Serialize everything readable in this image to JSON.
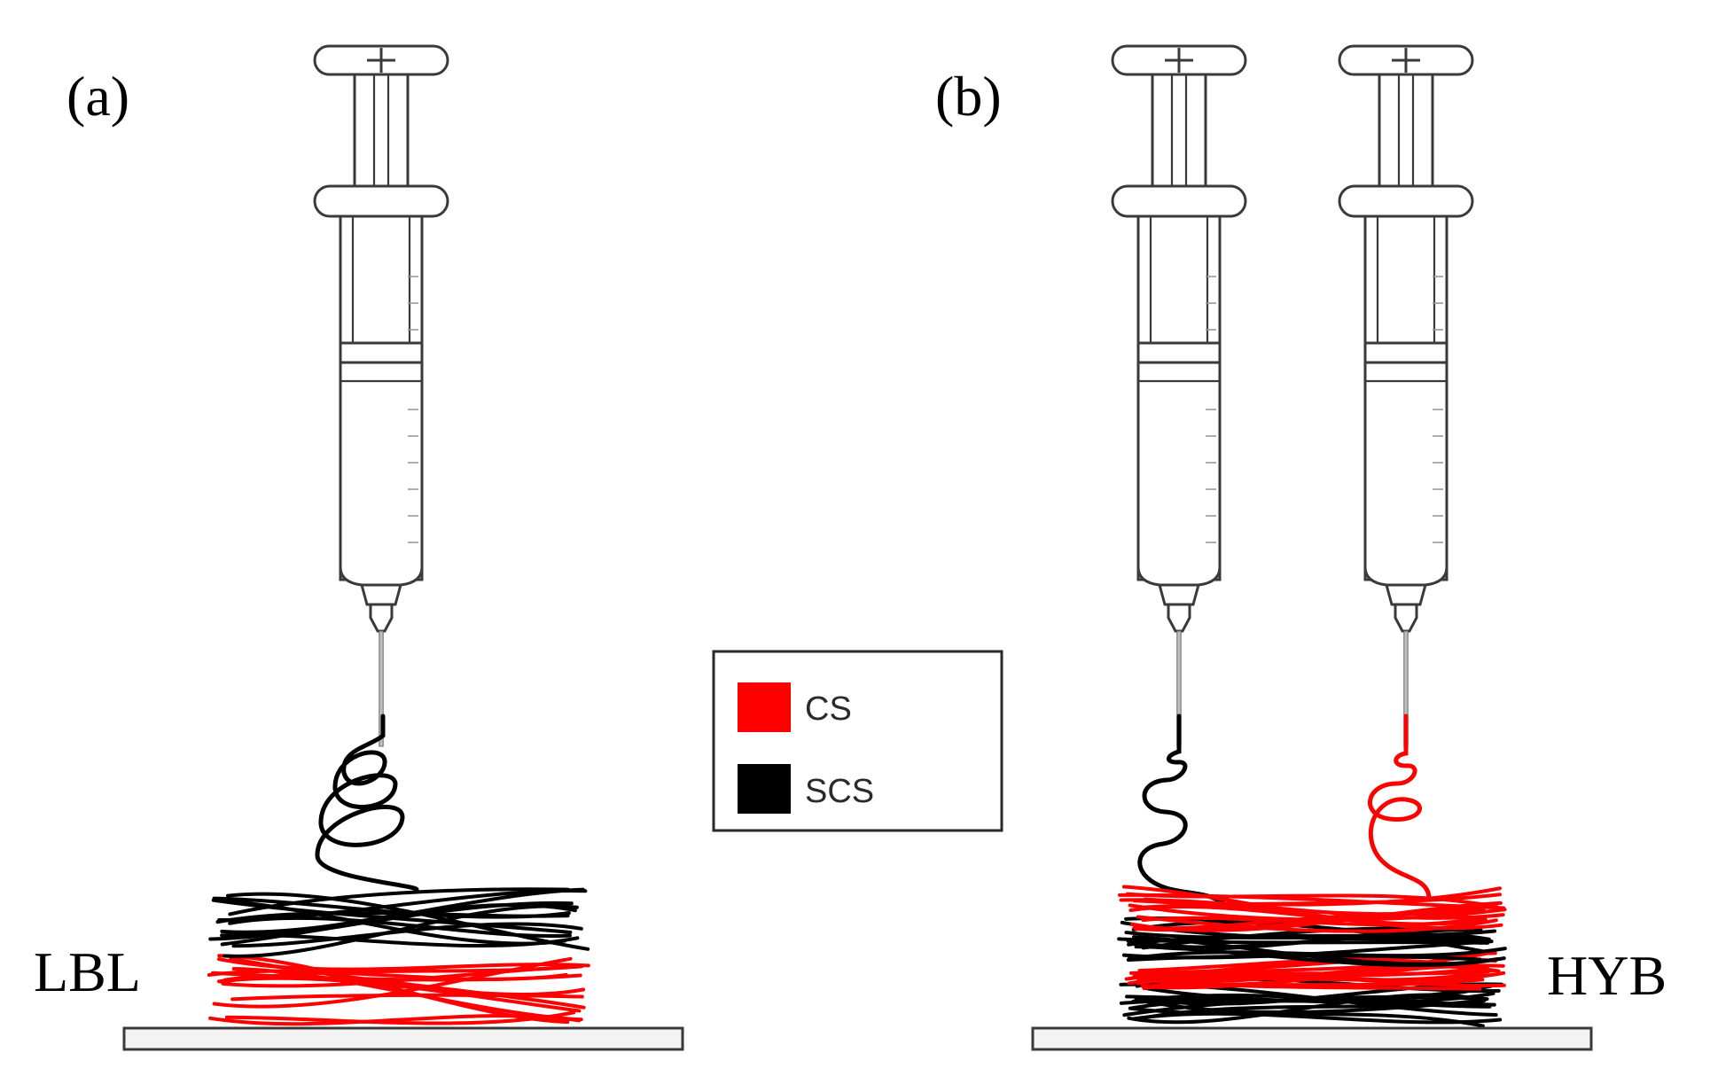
{
  "figure": {
    "panels": [
      {
        "id": "a",
        "label": "(a)",
        "method": "LBL",
        "syringes": [
          "SCS"
        ],
        "layers_bottom_to_top": [
          "CS",
          "SCS"
        ]
      },
      {
        "id": "b",
        "label": "(b)",
        "method": "HYB",
        "syringes": [
          "SCS",
          "CS"
        ],
        "layers_bottom_to_top": [
          "SCS",
          "CS",
          "SCS",
          "CS"
        ]
      }
    ],
    "legend": {
      "items": [
        {
          "name": "CS",
          "color": "#ff0000"
        },
        {
          "name": "SCS",
          "color": "#000000"
        }
      ]
    }
  },
  "colors": {
    "fiber_cs": "#ff0000",
    "fiber_scs": "#000000",
    "outline": "#3a3a3a",
    "substrate": "#f4f4f4"
  }
}
